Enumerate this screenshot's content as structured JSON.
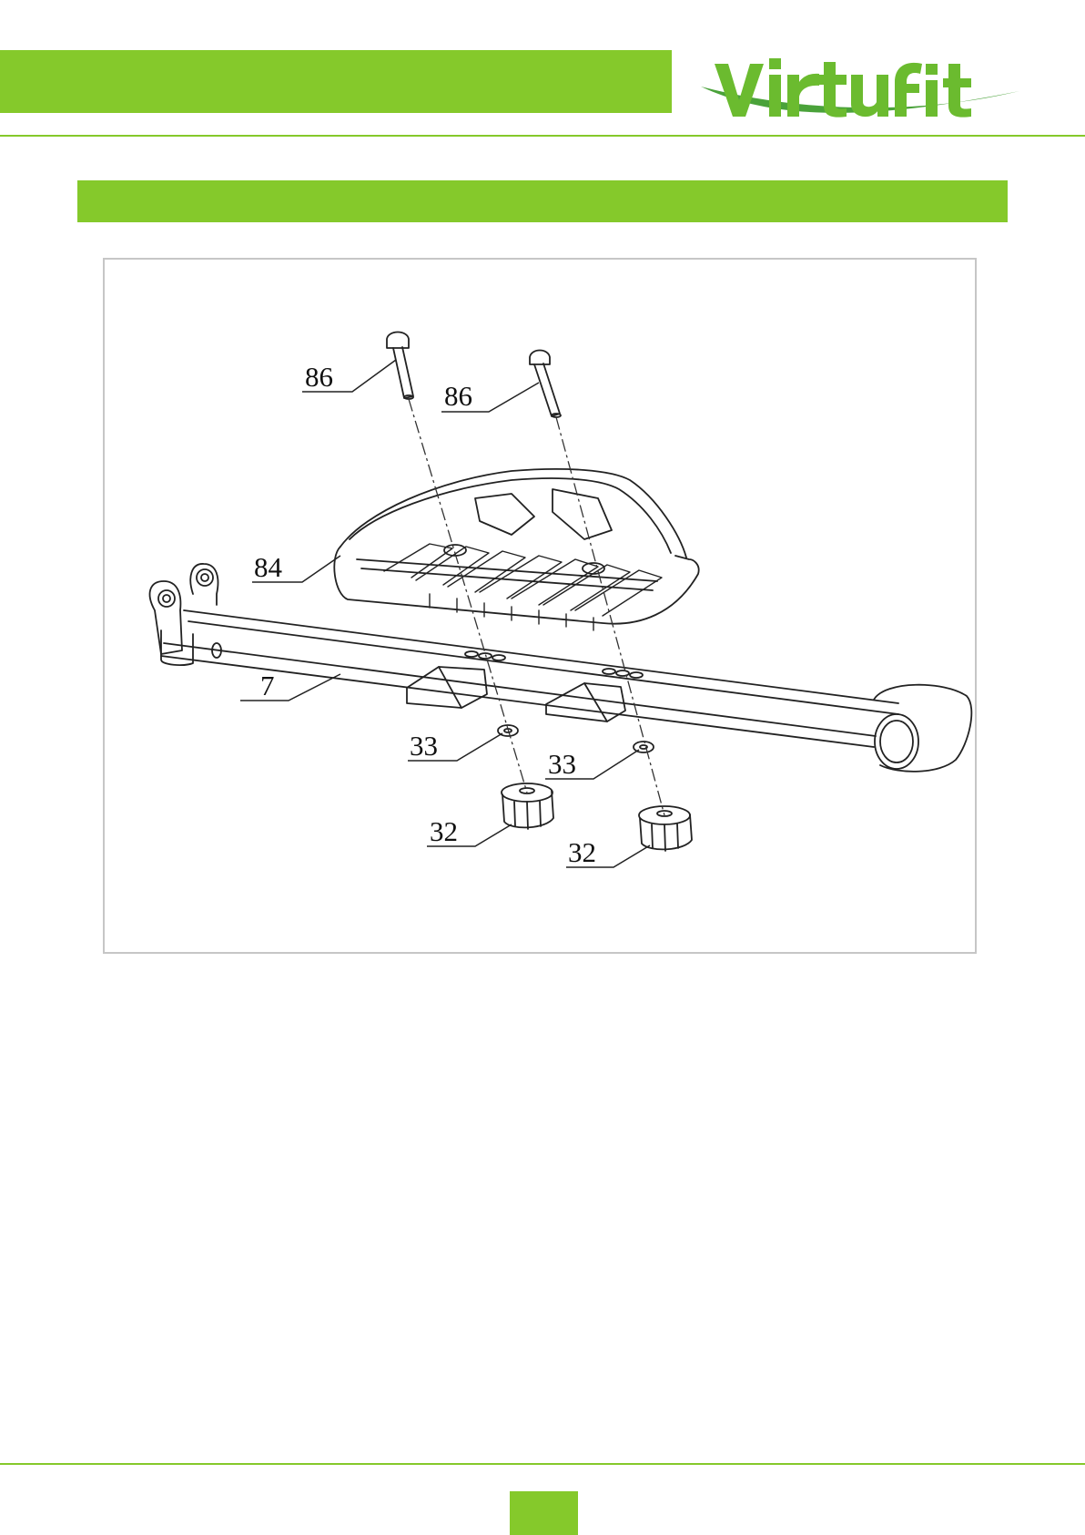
{
  "brand": {
    "logo_text": "virtufit",
    "accent_color": "#85c92b",
    "logo_dark_color": "#4aa23a"
  },
  "figure": {
    "callouts": [
      {
        "id": "bolt-left",
        "label": "86"
      },
      {
        "id": "bolt-right",
        "label": "86"
      },
      {
        "id": "pedal",
        "label": "84"
      },
      {
        "id": "arm",
        "label": "7"
      },
      {
        "id": "washer-left",
        "label": "33"
      },
      {
        "id": "washer-right",
        "label": "33"
      },
      {
        "id": "knob-left",
        "label": "32"
      },
      {
        "id": "knob-right",
        "label": "32"
      }
    ]
  }
}
